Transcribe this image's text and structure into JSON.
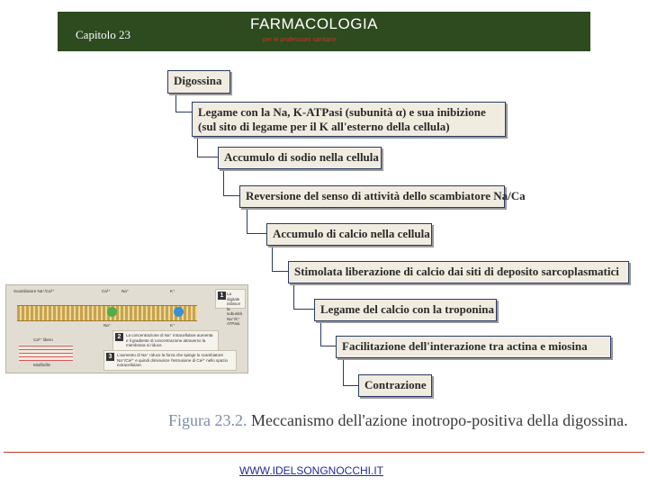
{
  "header": {
    "chapter": "Capitolo 23",
    "title": "FARMACOLOGIA",
    "subtitle": "per le professioni sanitarie"
  },
  "diagram": {
    "steps": [
      "Digossina",
      "Legame con la Na, K-ATPasi (subunità α) e sua inibizione (sul sito di legame per il K all'esterno della cellula)",
      "Accumulo di sodio nella cellula",
      "Reversione del senso di attività dello scambiatore Na/Ca",
      "Accumulo di calcio nella cellula",
      "Stimolata liberazione di calcio dai siti di deposito sarcoplasmatici",
      "Legame del calcio con la troponina",
      "Facilitazione dell'interazione tra actina e miosina",
      "Contrazione"
    ]
  },
  "inset": {
    "exchanger_label": "Scambiatore Na⁺/Ca²⁺",
    "ion_ca": "Ca²⁺",
    "ion_na": "Na⁺",
    "ion_k": "K⁺",
    "ion_na2": "Na⁺",
    "ion_k2": "K⁺",
    "ca_stores": "Ca²⁺ libero",
    "myofibrils": "Miofibrille",
    "notes": [
      {
        "num": "1",
        "text": "La digitale inibisce la subunità Na⁺/K⁺ ATPasi."
      },
      {
        "num": "2",
        "text": "La concentrazione di Na⁺ intracellulare aumenta e il gradiente di concentrazione attraverso la membrana si riduce."
      },
      {
        "num": "3",
        "text": "L'aumento di Na⁺ riduce la forza che spinge lo scambiatore Na⁺/Ca²⁺ e quindi diminuisce l'estrusione di Ca²⁺ nello spazio extracellulare."
      }
    ],
    "colors": {
      "green": "#4fae4a",
      "blue": "#3a8fd0",
      "membrane": "#c9a24a"
    }
  },
  "caption": {
    "figure": "Figura 23.2.",
    "text": "Meccanismo dell'azione inotropo-positiva della digossina."
  },
  "footer": {
    "link": "WWW.IDELSONGNOCCHI.IT"
  }
}
